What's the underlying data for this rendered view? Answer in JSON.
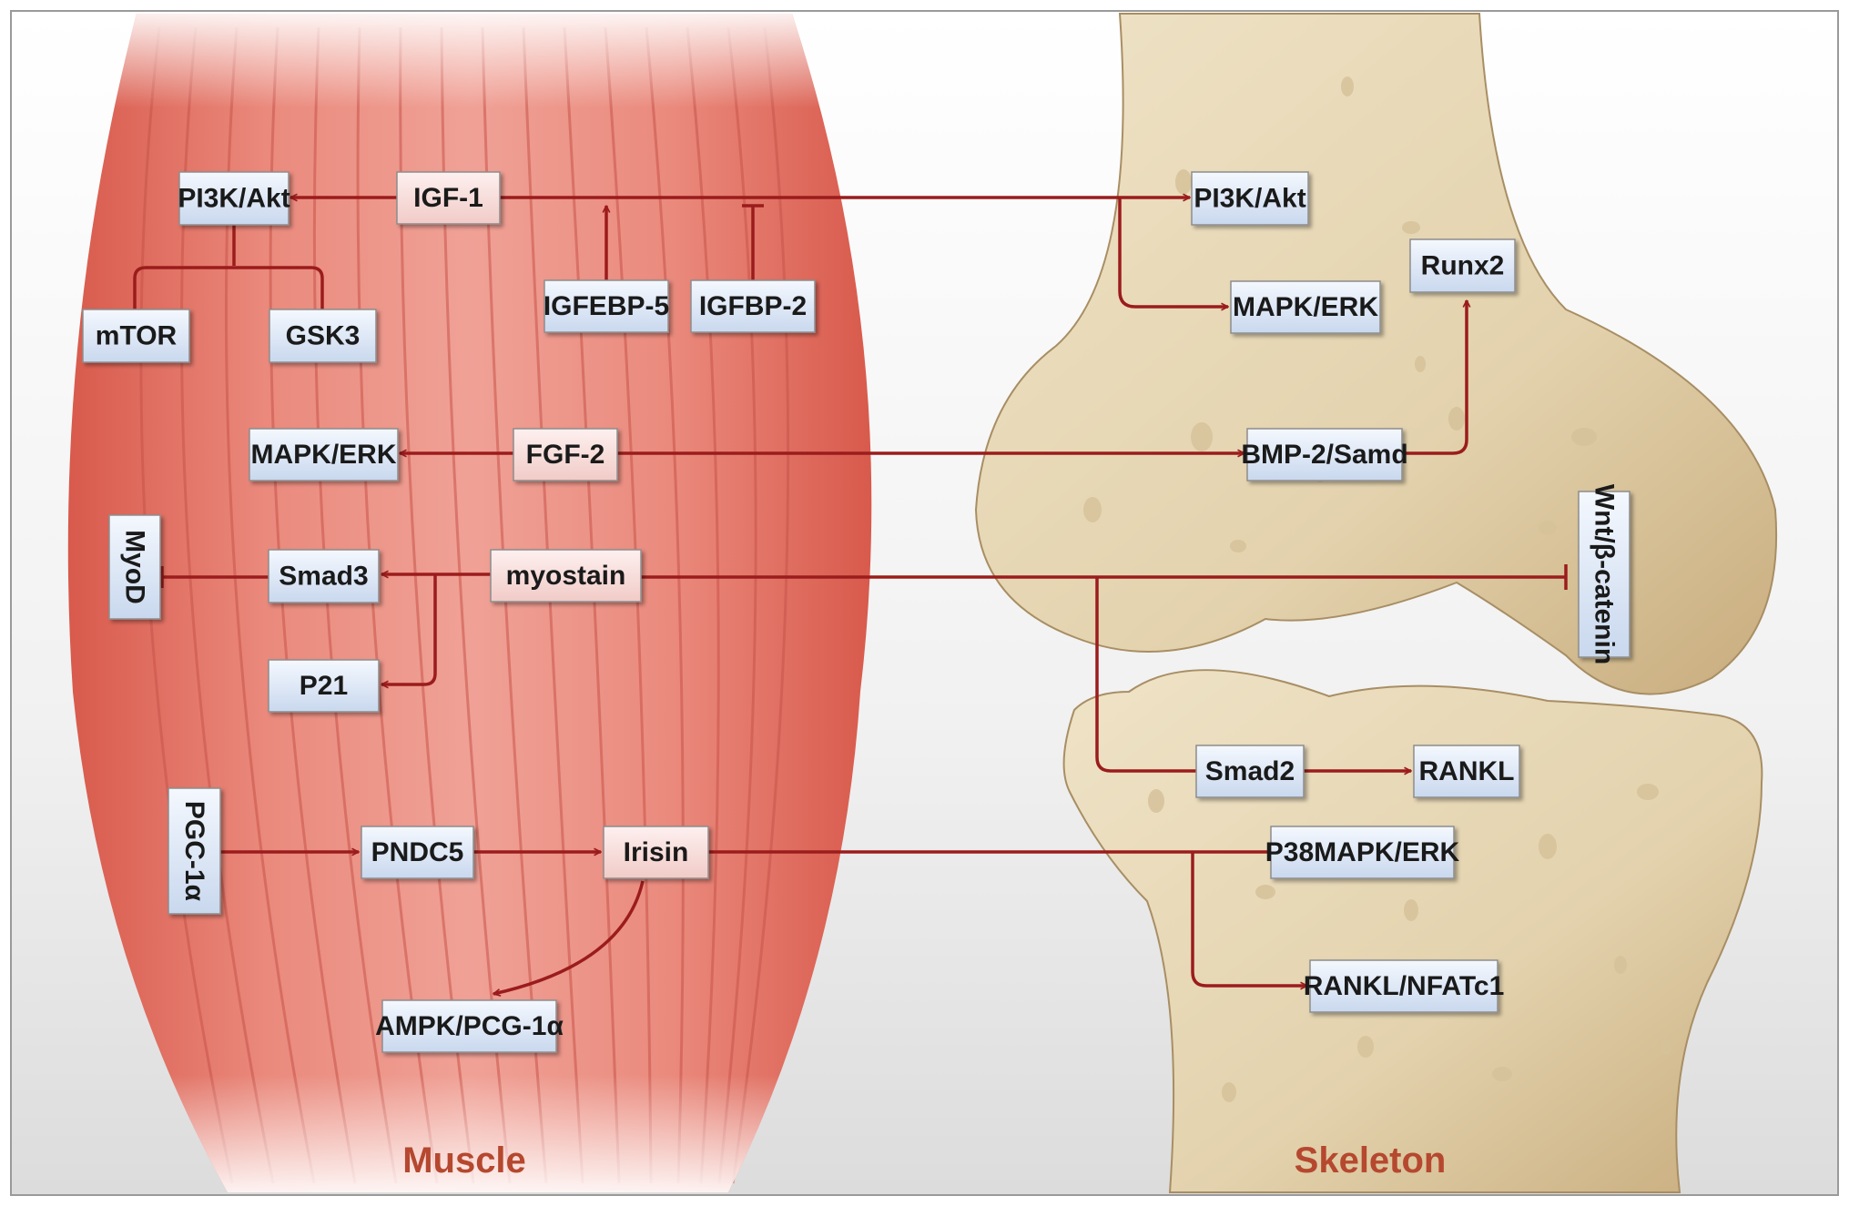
{
  "regions": {
    "muscle": "Muscle",
    "skeleton": "Skeleton"
  },
  "colors": {
    "arrow": "#9b1c1c",
    "muscle_fill": "#e8877a",
    "bone_fill": "#e9dcc0",
    "muscle_node_fill": "#f6d7d4",
    "bone_node_fill": "#d7e3f4"
  },
  "nodes": {
    "pi3k_muscle": "PI3K/Akt",
    "igf1": "IGF-1",
    "pi3k_bone": "PI3K/Akt",
    "mtor": "mTOR",
    "gsk3": "GSK3",
    "igfbp5": "IGFEBP-5",
    "igfbp2": "IGFBP-2",
    "mapk_bone": "MAPK/ERK",
    "runx2": "Runx2",
    "mapk_muscle": "MAPK/ERK",
    "fgf2": "FGF-2",
    "bmp2": "BMP-2/Samd",
    "myod": "MyoD",
    "smad3": "Smad3",
    "myostain": "myostain",
    "wnt": "Wnt/β-catenin",
    "p21": "P21",
    "smad2": "Smad2",
    "rankl": "RANKL",
    "pgc1a": "PGC-1α",
    "pndc5": "PNDC5",
    "irisin": "Irisin",
    "p38": "P38MAPK/ERK",
    "ranklnfat": "RANKL/NFATc1",
    "ampk": "AMPK/PCG-1α"
  }
}
